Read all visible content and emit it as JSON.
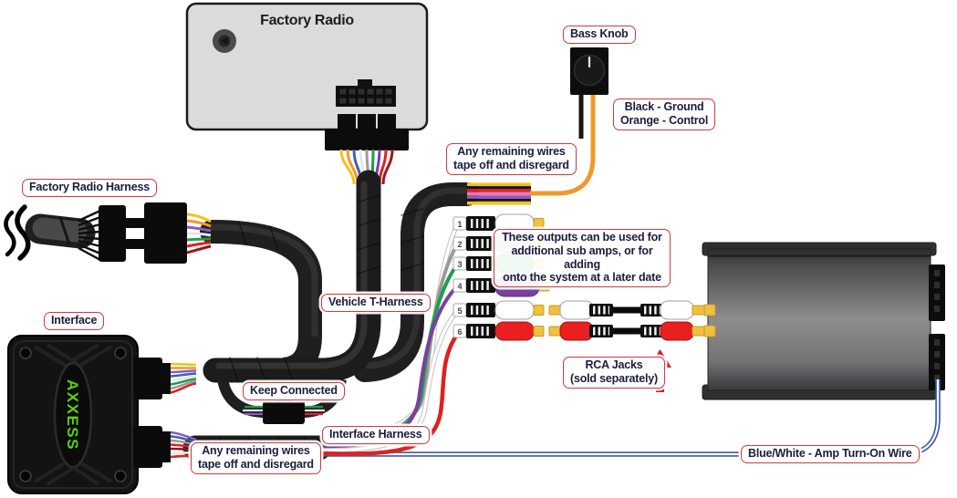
{
  "colors": {
    "accent_red": "#cf3a42",
    "label_text": "#1c1c3c",
    "label_bg": "#ffffff",
    "logo_green": "#58d405",
    "orange_wire": "#f0992b",
    "blue_wire": "#4059a8"
  },
  "devices": {
    "factory_radio": {
      "title": "Factory Radio"
    },
    "interface": {
      "label": "Interface",
      "brand": "AXXESS"
    },
    "bass_knob": {
      "label": "Bass Knob"
    }
  },
  "labels": {
    "factory_radio_harness": "Factory Radio Harness",
    "vehicle_t_harness": "Vehicle T-Harness",
    "keep_connected": "Keep Connected",
    "interface_harness": "Interface Harness",
    "any_remaining_top": {
      "line1": "Any remaining wires",
      "line2": "tape off and disregard"
    },
    "any_remaining_bottom": {
      "line1": "Any remaining wires",
      "line2": "tape off and disregard"
    },
    "these_outputs": {
      "line1": "These outputs can be used for",
      "line2": "additional sub amps, or for adding",
      "line3": "onto the system at a later date"
    },
    "rca_jacks": {
      "line1": "RCA Jacks",
      "line2": "(sold separately)"
    },
    "bass_knob_legend": {
      "line1_term": "Black",
      "line1_desc": " - Ground",
      "line2_term": "Orange",
      "line2_desc": " - Control"
    },
    "amp_turn_on": {
      "term": "Blue/White",
      "desc": " - Amp Turn-On Wire"
    }
  },
  "rca": {
    "jacks": [
      {
        "number": "1",
        "color": "#ffffff"
      },
      {
        "number": "2",
        "color": "#9a9a9a"
      },
      {
        "number": "3",
        "color": "#1f9d4e"
      },
      {
        "number": "4",
        "color": "#7b3fa0"
      },
      {
        "number": "5",
        "color": "#ffffff"
      },
      {
        "number": "6",
        "color": "#e8201f"
      }
    ]
  }
}
